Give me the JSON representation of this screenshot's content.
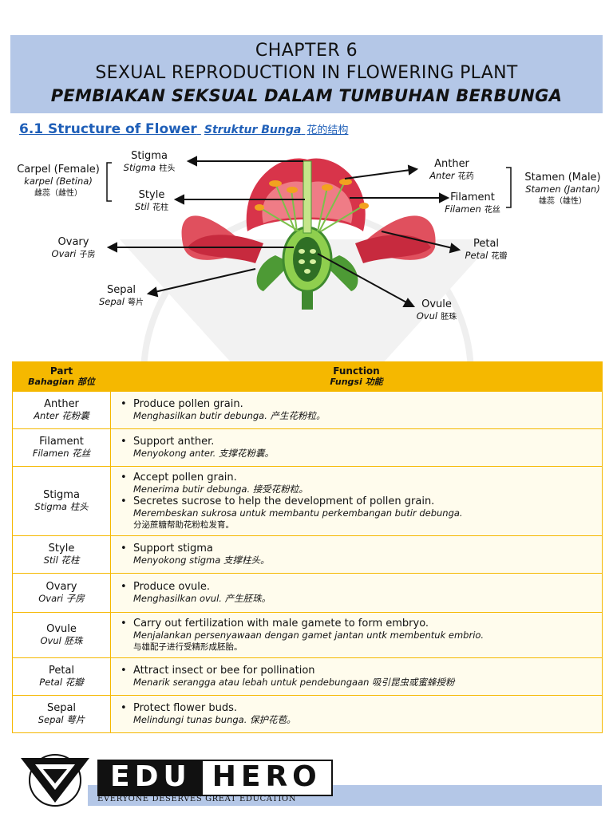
{
  "header": {
    "chapter": "CHAPTER 6",
    "title_en": "SEXUAL REPRODUCTION IN FLOWERING PLANT",
    "title_ms": "PEMBIAKAN SEKSUAL DALAM TUMBUHAN BERBUNGA"
  },
  "section": {
    "title_en": "6.1 Structure of Flower",
    "title_ms": "Struktur Bunga",
    "title_zh": "花的结构"
  },
  "diagram": {
    "carpel": {
      "en": "Carpel (Female)",
      "ms": "karpel (Betina)",
      "zh": "雌蕊（雌性）"
    },
    "stamen": {
      "en": "Stamen (Male)",
      "ms": "Stamen (Jantan)",
      "zh": "雄蕊（雄性）"
    },
    "stigma": {
      "en": "Stigma",
      "ms": "Stigma",
      "zh": "柱头"
    },
    "style": {
      "en": "Style",
      "ms": "Stil",
      "zh": "花柱"
    },
    "ovary": {
      "en": "Ovary",
      "ms": "Ovari",
      "zh": "子房"
    },
    "sepal": {
      "en": "Sepal",
      "ms": "Sepal",
      "zh": "萼片"
    },
    "anther": {
      "en": "Anther",
      "ms": "Anter",
      "zh": "花药"
    },
    "filament": {
      "en": "Filament",
      "ms": "Filamen",
      "zh": "花丝"
    },
    "petal": {
      "en": "Petal",
      "ms": "Petal",
      "zh": "花瓣"
    },
    "ovule": {
      "en": "Ovule",
      "ms": "Ovul",
      "zh": "胚珠"
    }
  },
  "table": {
    "head_part": "Part",
    "head_part_ms": "Bahagian 部位",
    "head_func": "Function",
    "head_func_ms": "Fungsi 功能",
    "rows": [
      {
        "part": "Anther",
        "part_ms": "Anter 花粉囊",
        "items": [
          {
            "en": "Produce pollen grain.",
            "ms": "Menghasilkan butir debunga. 产生花粉粒。"
          }
        ]
      },
      {
        "part": "Filament",
        "part_ms": "Filamen 花丝",
        "items": [
          {
            "en": "Support anther.",
            "ms": "Menyokong anter. 支撑花粉囊。"
          }
        ]
      },
      {
        "part": "Stigma",
        "part_ms": "Stigma 柱头",
        "items": [
          {
            "en": "Accept pollen grain.",
            "ms": "Menerima butir debunga. 接受花粉粒。"
          },
          {
            "en": "Secretes sucrose to help the development of pollen grain.",
            "ms": "Merembeskan sukrosa untuk membantu perkembangan butir debunga.",
            "zh": "分泌蔗糖帮助花粉粒发育。"
          }
        ]
      },
      {
        "part": "Style",
        "part_ms": "Stil 花柱",
        "items": [
          {
            "en": "Support stigma",
            "ms": "Menyokong stigma 支撑柱头。"
          }
        ]
      },
      {
        "part": "Ovary",
        "part_ms": "Ovari 子房",
        "items": [
          {
            "en": "Produce ovule.",
            "ms": "Menghasilkan ovul. 产生胚珠。"
          }
        ]
      },
      {
        "part": "Ovule",
        "part_ms": "Ovul 胚珠",
        "items": [
          {
            "en": "Carry out fertilization with male gamete to form embryo.",
            "ms": "Menjalankan persenyawaan dengan gamet jantan untk membentuk embrio.",
            "zh": "与雄配子进行受精形成胚胎。"
          }
        ]
      },
      {
        "part": "Petal",
        "part_ms": "Petal 花瓣",
        "items": [
          {
            "en": "Attract insect or bee for pollination",
            "ms": "Menarik serangga atau lebah untuk pendebungaan 吸引昆虫或蜜蜂授粉"
          }
        ]
      },
      {
        "part": "Sepal",
        "part_ms": "Sepal 萼片",
        "items": [
          {
            "en": "Protect flower buds.",
            "ms": "Melindungi tunas bunga. 保护花苞。"
          }
        ]
      }
    ]
  },
  "footer": {
    "brand_edu": "EDU",
    "brand_hero": "HERO",
    "tagline": "EVERYONE DESERVES GREAT EDUCATION"
  }
}
